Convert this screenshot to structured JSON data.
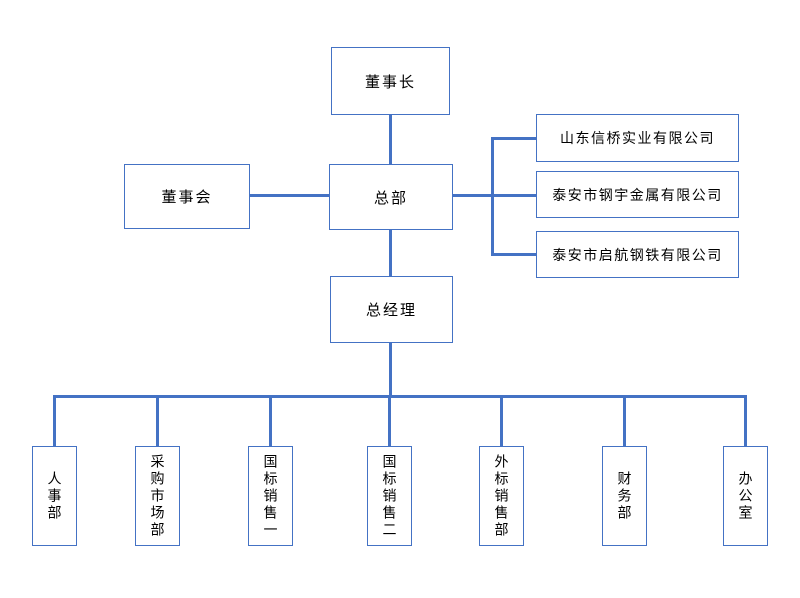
{
  "org_chart": {
    "nodes": {
      "chairman": "董事长",
      "board": "董事会",
      "headquarters": "总部",
      "general_manager": "总经理"
    },
    "subsidiaries": [
      "山东信桥实业有限公司",
      "泰安市钢宇金属有限公司",
      "泰安市启航钢铁有限公司"
    ],
    "departments": [
      "人事部",
      "采购市场部",
      "国标销售一",
      "国标销售二",
      "外标销售部",
      "财务部",
      "办公室"
    ],
    "colors": {
      "connector_line": "#4472C4",
      "box_border": "#4472C4",
      "text": "#000000",
      "background": "#FFFFFF"
    }
  }
}
